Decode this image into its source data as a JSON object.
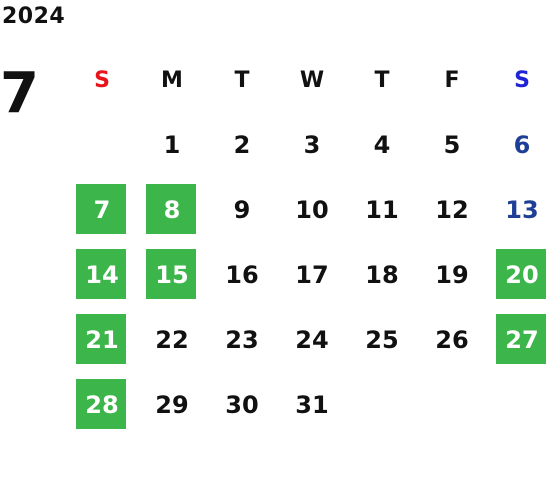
{
  "calendar": {
    "year": "2024",
    "month": "7",
    "weekdays": [
      "S",
      "M",
      "T",
      "W",
      "T",
      "F",
      "S"
    ],
    "first_weekday_index": 1,
    "days": [
      "1",
      "2",
      "3",
      "4",
      "5",
      "6",
      "7",
      "8",
      "9",
      "10",
      "11",
      "12",
      "13",
      "14",
      "15",
      "16",
      "17",
      "18",
      "19",
      "20",
      "21",
      "22",
      "23",
      "24",
      "25",
      "26",
      "27",
      "28",
      "29",
      "30",
      "31"
    ],
    "highlighted_days": [
      "7",
      "8",
      "14",
      "15",
      "20",
      "21",
      "27",
      "28"
    ]
  },
  "colors": {
    "sunday": "#e8141c",
    "saturday": "#1f3f96",
    "saturday_header": "#1f23d6",
    "weekday": "#111111",
    "highlight_bg": "#3cb54a",
    "highlight_text": "#ffffff"
  }
}
